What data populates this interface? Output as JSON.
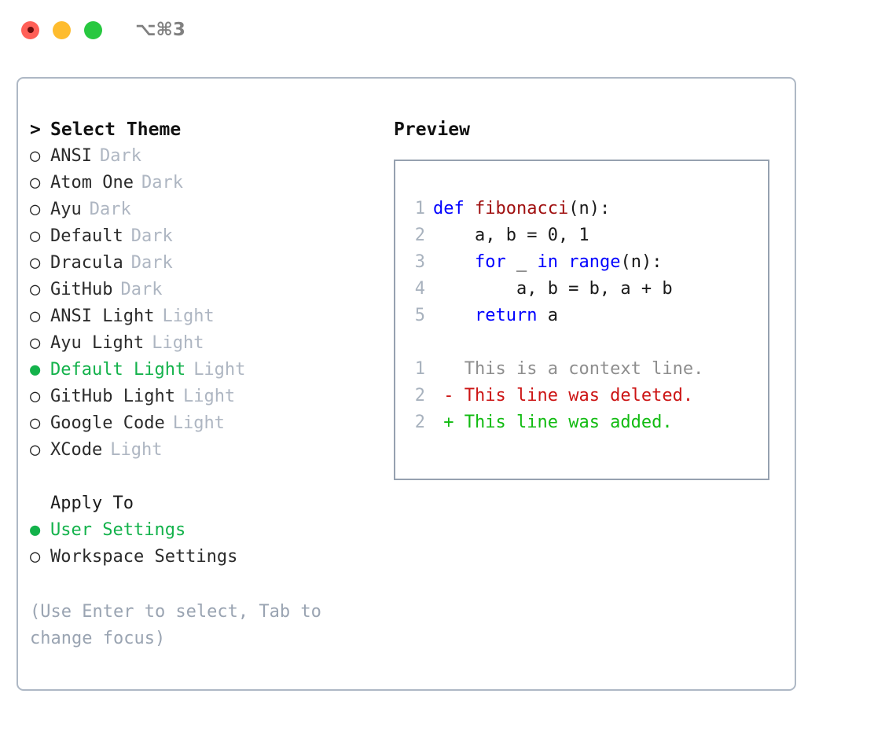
{
  "titlebar": {
    "shortcut": "⌥⌘3",
    "buttons": [
      {
        "name": "close",
        "color": "#ff5f57"
      },
      {
        "name": "minimize",
        "color": "#febc2e"
      },
      {
        "name": "zoom",
        "color": "#28c840"
      }
    ]
  },
  "colors": {
    "selected_green": "#13b24b",
    "muted_gray": "#aeb6c2",
    "hint_gray": "#9aa4b2",
    "panel_border": "#aeb8c5",
    "preview_border": "#96a1b0",
    "keyword_blue": "#0000ff",
    "function_red": "#a01010",
    "diff_delete_red": "#cc1414",
    "diff_add_green": "#11bb11",
    "line_number_gray": "#a8b2be"
  },
  "theme_list": {
    "header_caret": ">",
    "header_label": "Select Theme",
    "bullet_empty": "○",
    "bullet_filled": "●",
    "items": [
      {
        "name": "ANSI",
        "category": "Dark",
        "selected": false
      },
      {
        "name": "Atom One",
        "category": "Dark",
        "selected": false
      },
      {
        "name": "Ayu",
        "category": "Dark",
        "selected": false
      },
      {
        "name": "Default",
        "category": "Dark",
        "selected": false
      },
      {
        "name": "Dracula",
        "category": "Dark",
        "selected": false
      },
      {
        "name": "GitHub",
        "category": "Dark",
        "selected": false
      },
      {
        "name": "ANSI Light",
        "category": "Light",
        "selected": false
      },
      {
        "name": "Ayu Light",
        "category": "Light",
        "selected": false
      },
      {
        "name": "Default Light",
        "category": "Light",
        "selected": true
      },
      {
        "name": "GitHub Light",
        "category": "Light",
        "selected": false
      },
      {
        "name": "Google Code",
        "category": "Light",
        "selected": false
      },
      {
        "name": "XCode",
        "category": "Light",
        "selected": false
      }
    ]
  },
  "apply_to": {
    "label": "Apply To",
    "options": [
      {
        "name": "User Settings",
        "selected": true
      },
      {
        "name": "Workspace Settings",
        "selected": false
      }
    ]
  },
  "hint": "(Use Enter to select, Tab to change focus)",
  "preview": {
    "title": "Preview",
    "code_lines": [
      {
        "number": "1",
        "tokens": [
          {
            "text": "def ",
            "style": "kw"
          },
          {
            "text": "fibonacci",
            "style": "fn"
          },
          {
            "text": "(n):",
            "style": "plain"
          }
        ]
      },
      {
        "number": "2",
        "tokens": [
          {
            "text": "    a, b = 0, 1",
            "style": "plain"
          }
        ]
      },
      {
        "number": "3",
        "tokens": [
          {
            "text": "    ",
            "style": "plain"
          },
          {
            "text": "for",
            "style": "kw"
          },
          {
            "text": " _ ",
            "style": "plain"
          },
          {
            "text": "in",
            "style": "kw"
          },
          {
            "text": " ",
            "style": "plain"
          },
          {
            "text": "range",
            "style": "kw"
          },
          {
            "text": "(n):",
            "style": "plain"
          }
        ]
      },
      {
        "number": "4",
        "tokens": [
          {
            "text": "        a, b = b, a + b",
            "style": "plain"
          }
        ]
      },
      {
        "number": "5",
        "tokens": [
          {
            "text": "    ",
            "style": "plain"
          },
          {
            "text": "return",
            "style": "kw"
          },
          {
            "text": " a",
            "style": "plain"
          }
        ]
      }
    ],
    "diff_lines": [
      {
        "number": "1",
        "marker": " ",
        "text": "This is a context line.",
        "kind": "context"
      },
      {
        "number": "2",
        "marker": "-",
        "text": "This line was deleted.",
        "kind": "delete"
      },
      {
        "number": "2",
        "marker": "+",
        "text": "This line was added.",
        "kind": "add"
      }
    ]
  }
}
